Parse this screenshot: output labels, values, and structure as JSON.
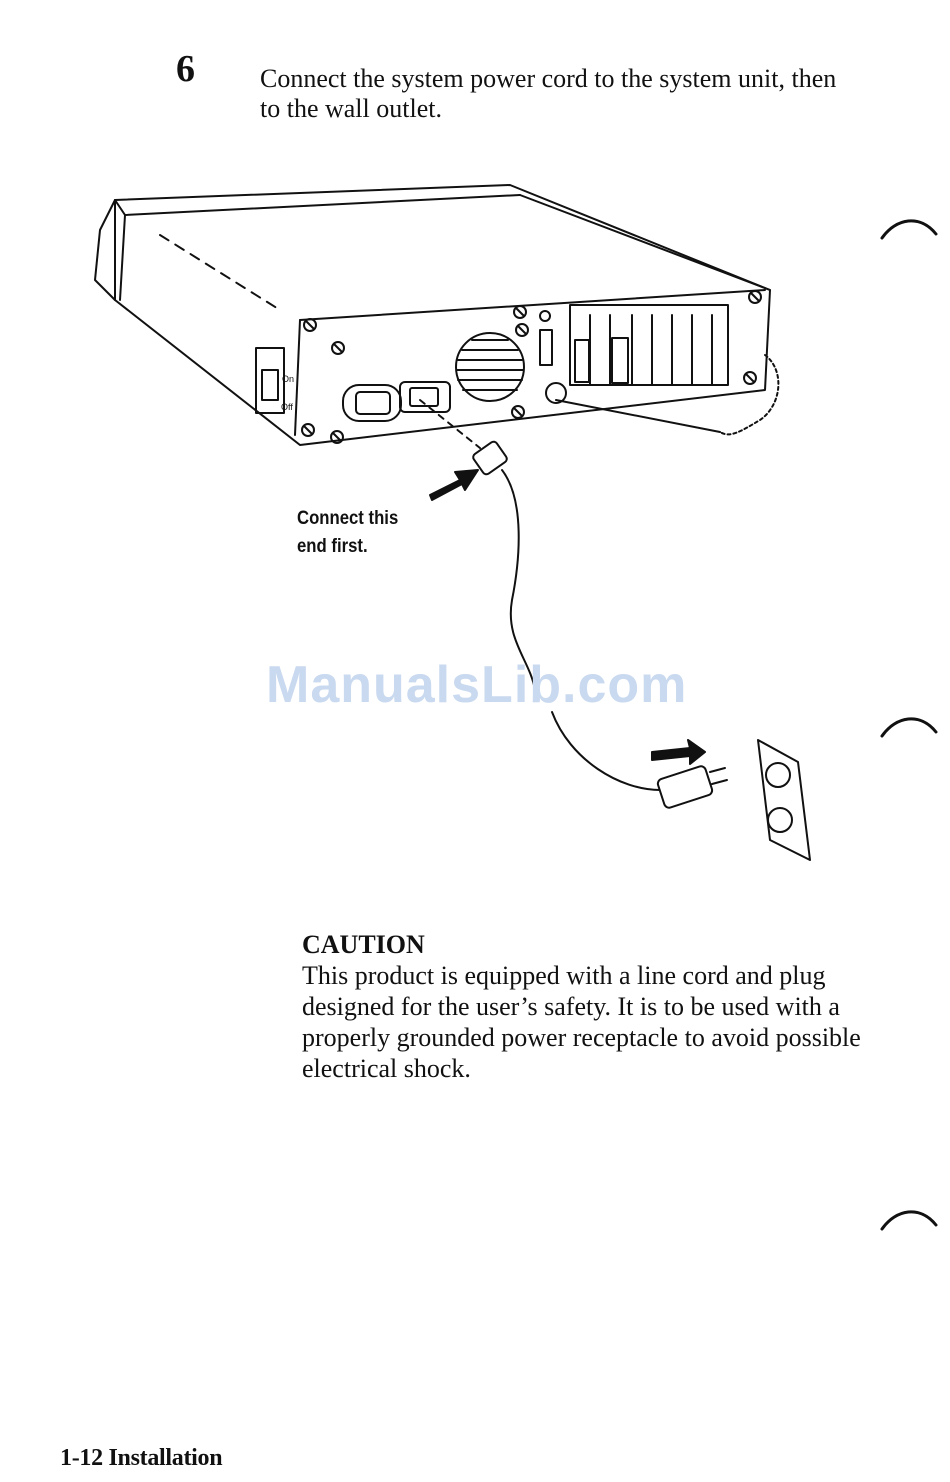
{
  "step": {
    "number": "6",
    "text": "Connect the system power cord to the system unit, then to the wall outlet."
  },
  "illustration": {
    "callout_line1": "Connect this",
    "callout_line2": "end first.",
    "switch_on_label": "On",
    "switch_off_label": "Off"
  },
  "watermark": "ManualsLib.com",
  "caution": {
    "title": "CAUTION",
    "body": "This product is equipped with a line cord and plug designed for the user’s safety.  It is to be used with a properly grounded power receptacle to avoid possible electrical shock."
  },
  "footer": {
    "page_number": "1-12",
    "section": "Installation"
  }
}
